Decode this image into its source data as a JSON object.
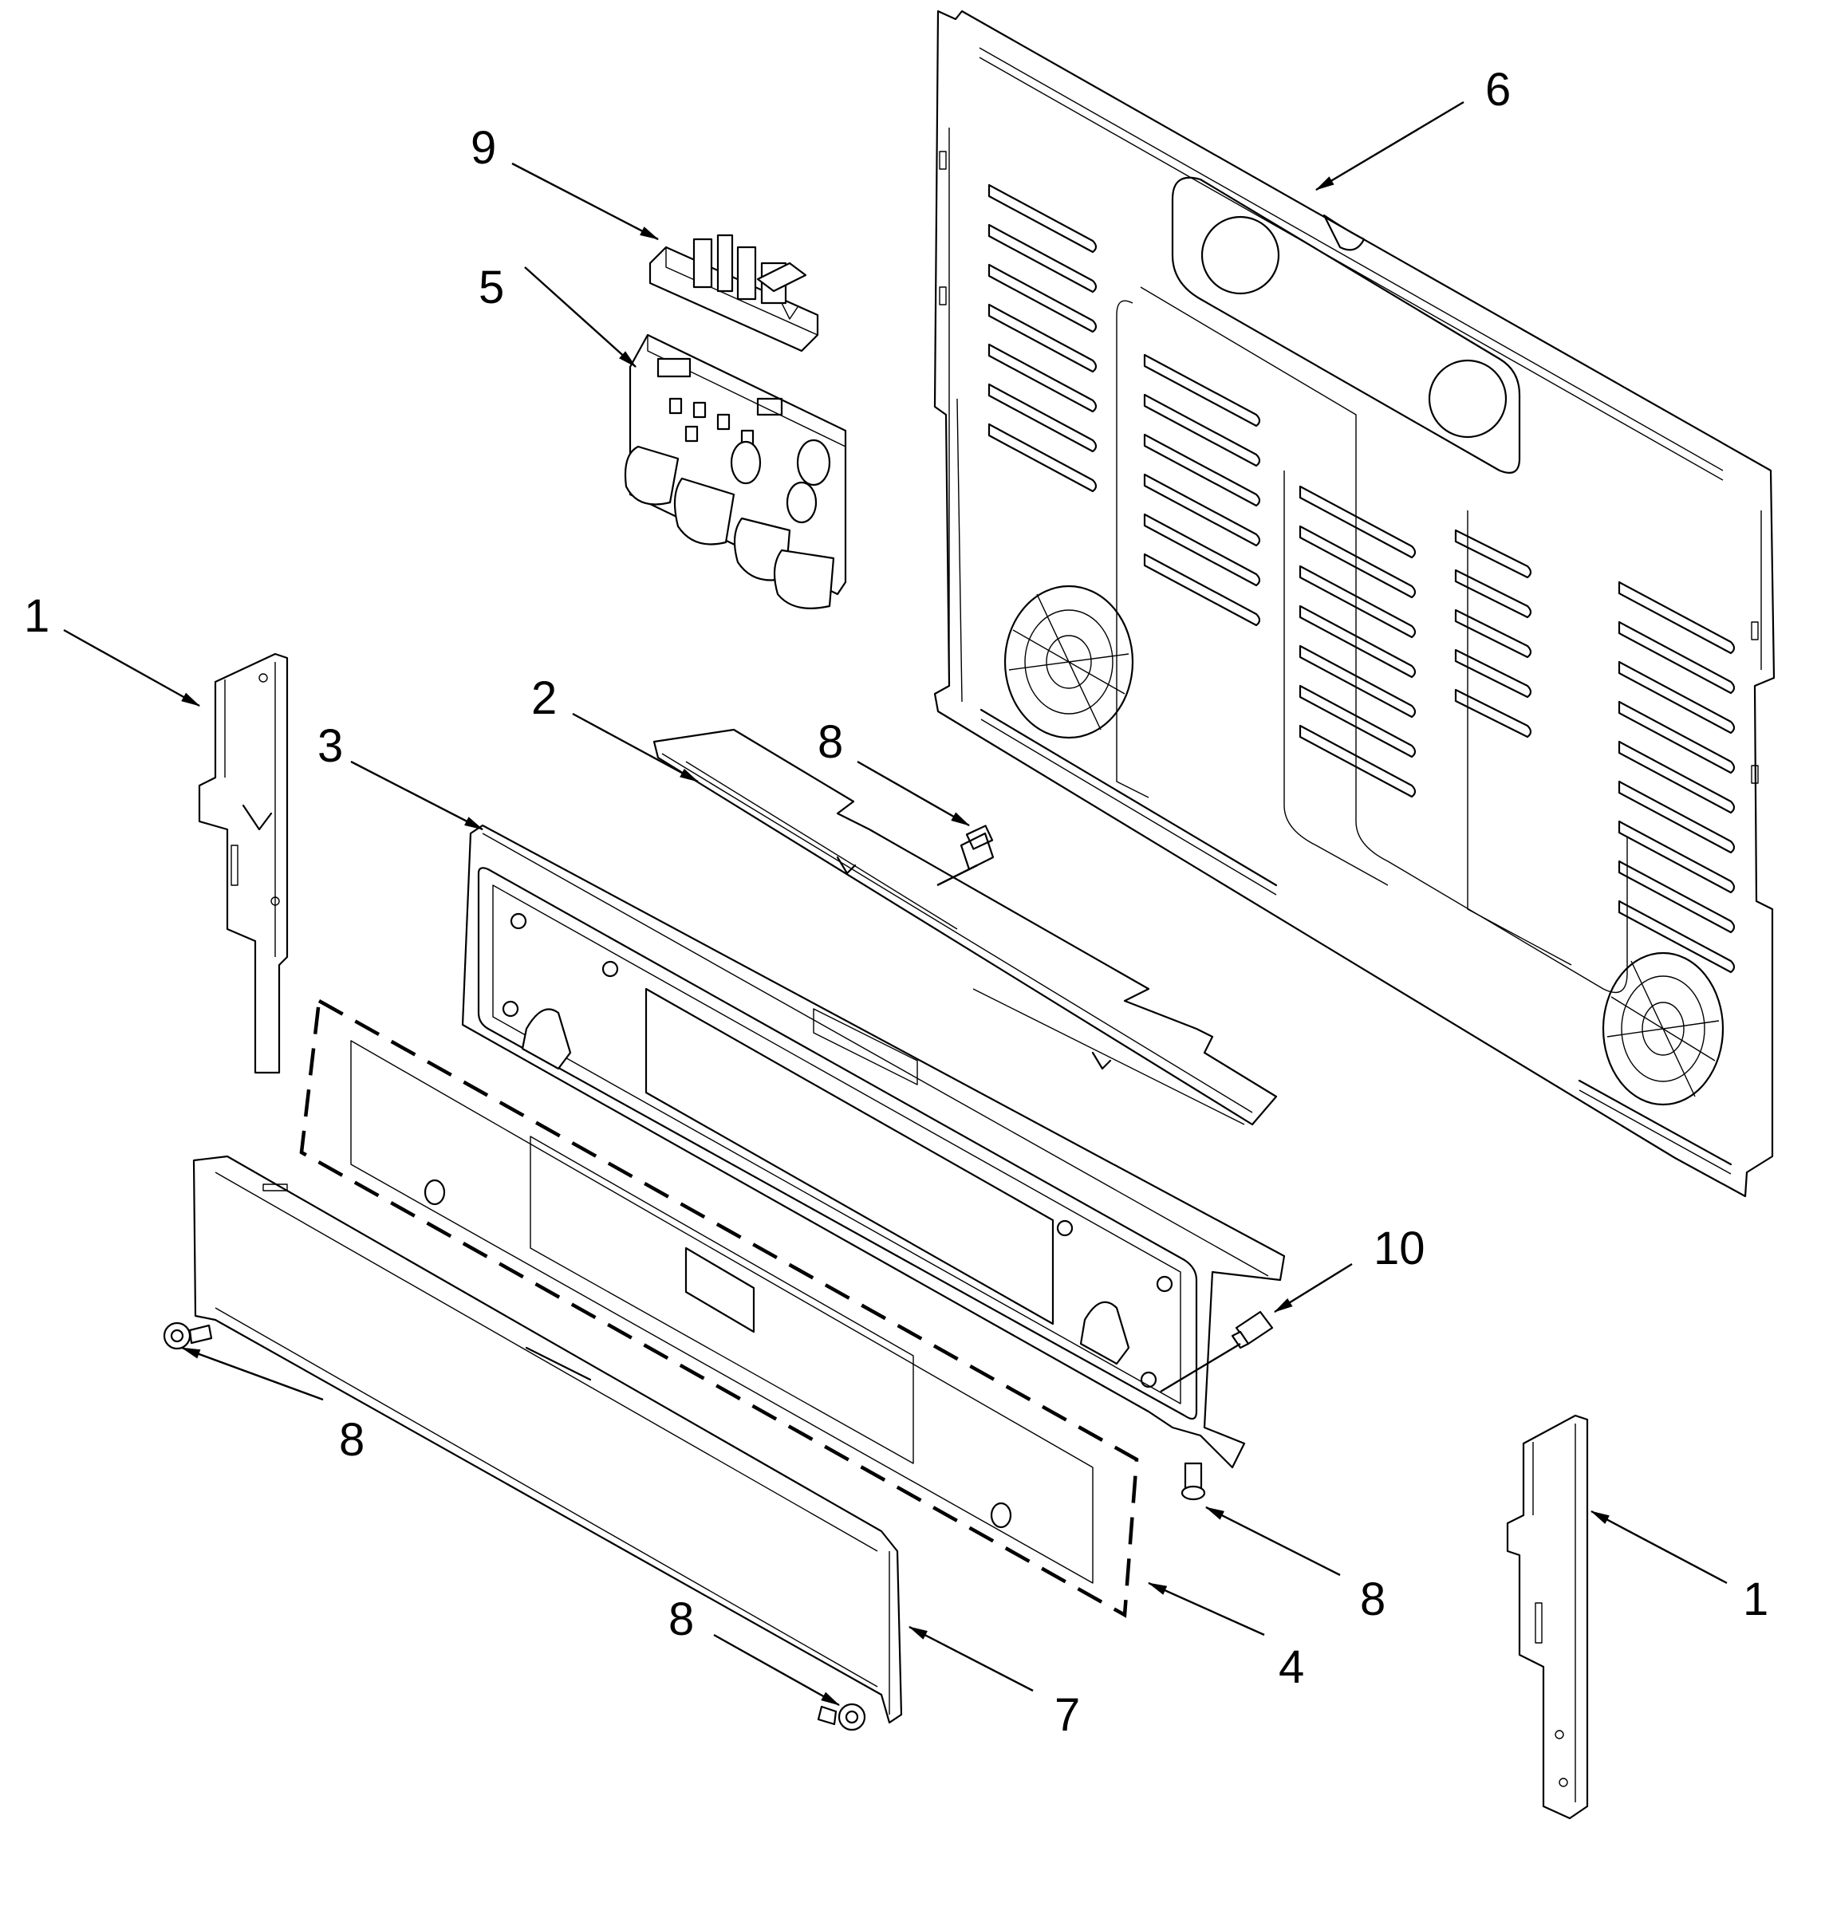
{
  "diagram": {
    "parts": [
      {
        "id": "side-trim-left",
        "callout": "1"
      },
      {
        "id": "side-trim-right",
        "callout": "1"
      },
      {
        "id": "top-trim",
        "callout": "2"
      },
      {
        "id": "control-panel-frame",
        "callout": "3"
      },
      {
        "id": "panel-overlay",
        "callout": "4"
      },
      {
        "id": "control-board",
        "callout": "5"
      },
      {
        "id": "back-panel",
        "callout": "6"
      },
      {
        "id": "lower-trim",
        "callout": "7"
      },
      {
        "id": "screw-top",
        "callout": "8"
      },
      {
        "id": "screw-left",
        "callout": "8"
      },
      {
        "id": "screw-bottom",
        "callout": "8"
      },
      {
        "id": "screw-right",
        "callout": "8"
      },
      {
        "id": "relay-board",
        "callout": "9"
      },
      {
        "id": "ground-screw",
        "callout": "10"
      }
    ]
  }
}
